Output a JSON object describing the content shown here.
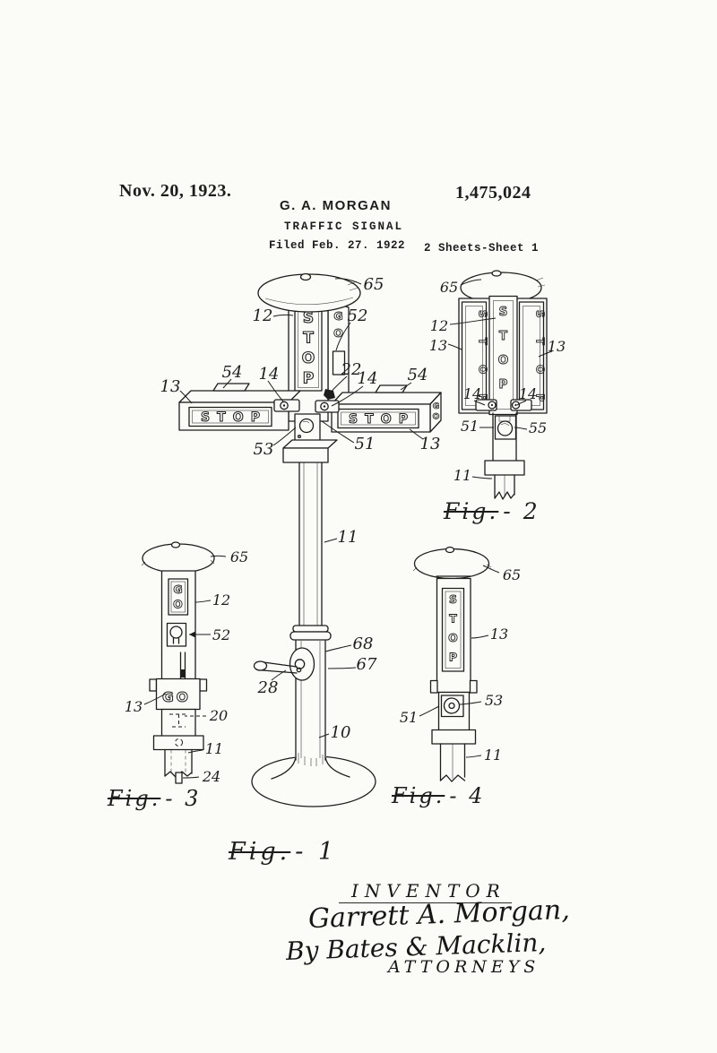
{
  "header": {
    "date": "Nov. 20, 1923.",
    "applicant": "G. A. MORGAN",
    "patent_number": "1,475,024",
    "doc_title": "TRAFFIC SIGNAL",
    "filed_line": "Filed Feb. 27. 1922",
    "sheet_line": "2 Sheets-Sheet 1"
  },
  "signs": {
    "stop": "STOP",
    "go": "GO"
  },
  "figures": {
    "fig1": {
      "caption_prefix": "Fig.",
      "caption_number": "- 1",
      "labels": {
        "dome": "65",
        "upper_sign": "12",
        "side_lamp": "52",
        "left_plate": "54",
        "left_pivot": "14",
        "pawl": "22",
        "right_pivot": "14",
        "right_plate": "54",
        "left_arm": "13",
        "right_arm": "13",
        "bell_left": "53",
        "bell_right": "51",
        "upper_pole": "11",
        "joint": "68",
        "shaft": "67",
        "crank": "28",
        "lower_pole": "10"
      }
    },
    "fig2": {
      "caption_prefix": "Fig.",
      "caption_number": "- 2",
      "labels": {
        "dome": "65",
        "center_panel": "12",
        "left_panel": "13",
        "right_panel": "13",
        "left_pivot": "14",
        "right_pivot": "14",
        "bell_box": "51",
        "bell": "55",
        "pole": "11"
      }
    },
    "fig3": {
      "caption_prefix": "Fig.",
      "caption_number": "- 3",
      "labels": {
        "dome": "65",
        "upper_sign": "12",
        "lamp": "52",
        "go_sign": "13",
        "latch": "20",
        "pole": "11",
        "foot": "24"
      }
    },
    "fig4": {
      "caption_prefix": "Fig.",
      "caption_number": "- 4",
      "labels": {
        "dome": "65",
        "stop_sign": "13",
        "bell": "53",
        "bell_box": "51",
        "pole": "11"
      }
    }
  },
  "signature_block": {
    "inventor_label": "INVENTOR",
    "inventor_signature": "Garrett A. Morgan,",
    "attorney_signature": "By Bates & Macklin,",
    "attorneys_label": "ATTORNEYS"
  }
}
